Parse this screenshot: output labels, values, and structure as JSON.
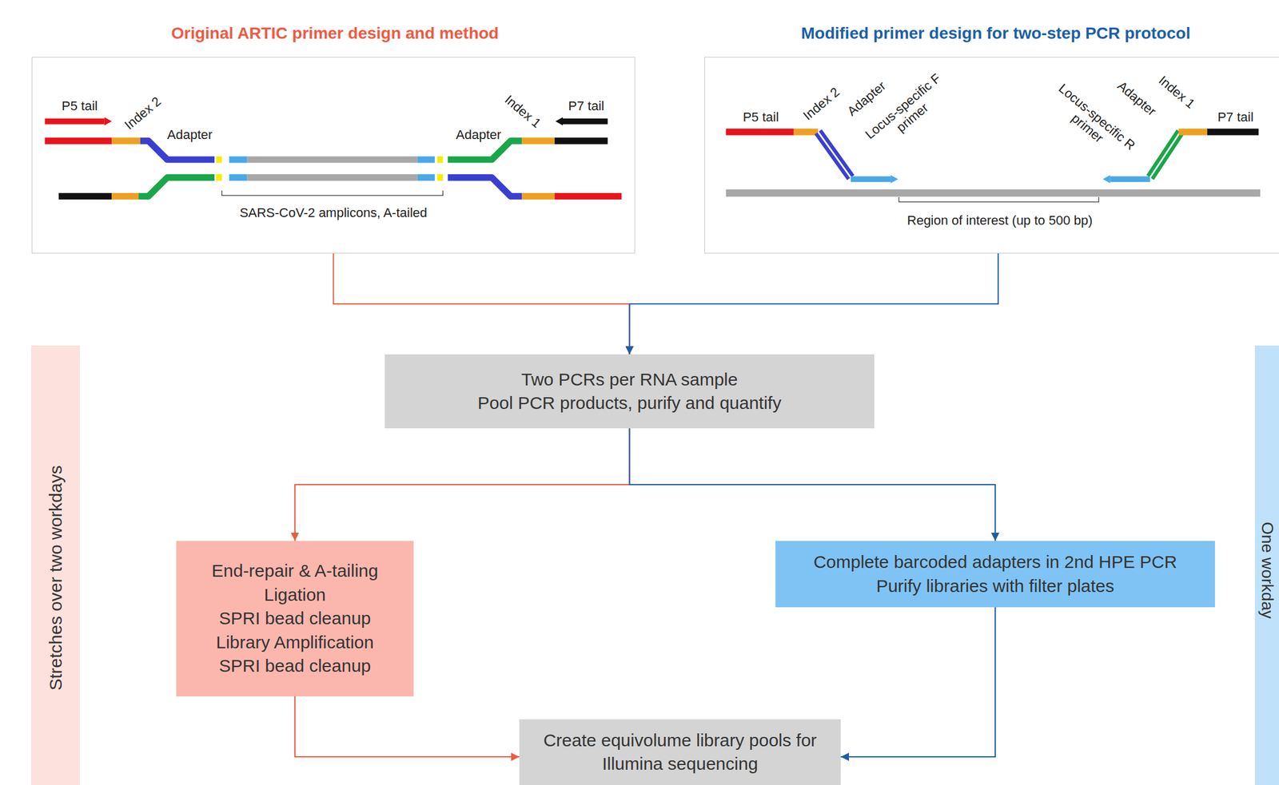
{
  "diagram": {
    "nodes": [
      {
        "text": [
          "Original ARTIC primer design and method",
          "P5 tail",
          "Index 2",
          "Adapter",
          "Adapter",
          "Index 1",
          "P7 tail",
          "SARS-CoV-2 amplicons, A-tailed"
        ]
      },
      {
        "text": [
          "Modified primer design for two-step PCR protocol",
          "P5 tail",
          "Index 2",
          "Adapter",
          "Locus-specific F primer",
          "Locus-specific R primer",
          "Adapter",
          "Index 1",
          "P7 tail",
          "Region of interest (up to 500 bp)"
        ]
      },
      {
        "text": [
          "Two PCRs per RNA sample",
          "Pool PCR products, purify and quantify"
        ]
      },
      {
        "text": [
          "End-repair & A-tailing",
          "Ligation",
          "SPRI bead cleanup",
          "Library Amplification",
          "SPRI bead cleanup"
        ]
      },
      {
        "text": [
          "Complete barcoded adapters in 2nd HPE PCR",
          "Purify libraries with filter plates"
        ]
      },
      {
        "text": [
          "Create equivolume library pools for Illumina sequencing"
        ]
      },
      {
        "text": [
          "Stretches over two workdays"
        ]
      },
      {
        "text": [
          "One workday"
        ]
      }
    ],
    "edges": [
      {
        "from": 0,
        "to": 2,
        "arrow": "to"
      },
      {
        "from": 1,
        "to": 2,
        "arrow": "to"
      },
      {
        "from": 2,
        "to": 3,
        "arrow": "to"
      },
      {
        "from": 2,
        "to": 4,
        "arrow": "to"
      },
      {
        "from": 3,
        "to": 5,
        "arrow": "to"
      },
      {
        "from": 4,
        "to": 5,
        "arrow": "to"
      }
    ]
  }
}
